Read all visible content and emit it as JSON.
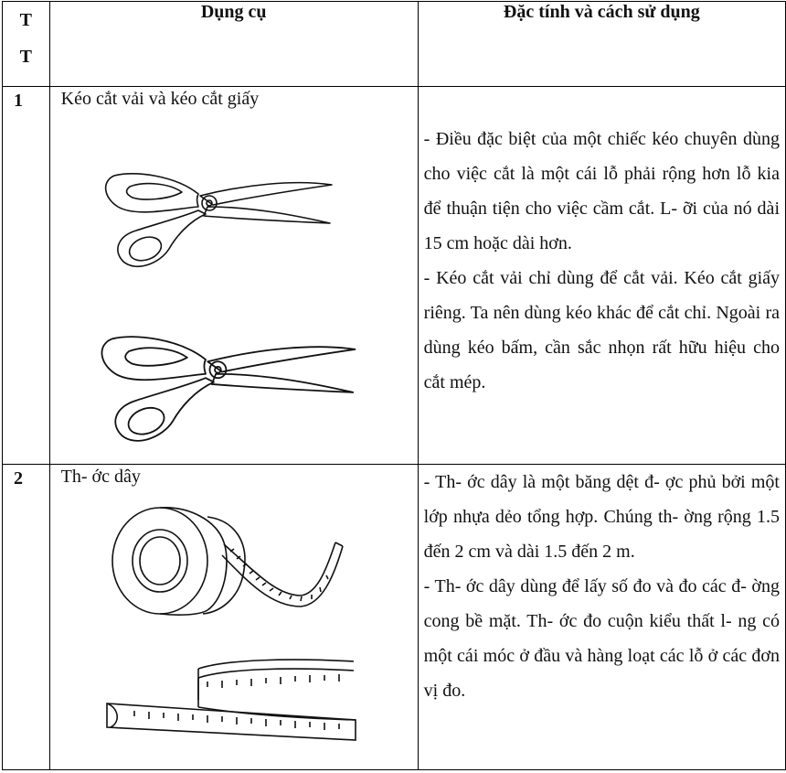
{
  "table": {
    "headers": {
      "tt_line1": "T",
      "tt_line2": "T",
      "tool": "Dụng cụ",
      "usage": "Đặc tính và cách sử dụng"
    },
    "rows": [
      {
        "number": "1",
        "tool_name": "Kéo cắt vải và kéo cắt giấy",
        "illustration_icons": [
          "scissors-icon",
          "scissors-icon"
        ],
        "description": [
          "- Điều đặc biệt của một chiếc kéo chuyên dùng cho việc cắt là một cái lỗ phải rộng hơn lỗ kia để thuận tiện cho việc cầm cắt. L- ỡi của nó dài 15 cm hoặc dài hơn.",
          "- Kéo cắt vải chỉ dùng để cắt vải. Kéo cắt giấy riêng. Ta nên dùng kéo khác để cắt chỉ. Ngoài ra dùng kéo bấm, cần sắc nhọn rất hữu hiệu cho cắt mép."
        ]
      },
      {
        "number": "2",
        "tool_name": "Th- ớc dây",
        "illustration_icons": [
          "tape-measure-roll-icon",
          "tape-measure-strip-icon"
        ],
        "description": [
          "- Th- ớc dây là một băng dệt đ- ợc phủ bởi một lớp nhựa dẻo tổng hợp. Chúng th- ờng rộng 1.5 đến 2 cm và dài 1.5 đến 2 m.",
          "- Th- ớc dây dùng để lấy số đo và đo các đ- ờng cong bề mặt. Th- ớc đo cuộn kiểu thất l- ng có một cái móc ở đầu và hàng loạt các lỗ ở các đơn vị đo."
        ]
      }
    ]
  }
}
